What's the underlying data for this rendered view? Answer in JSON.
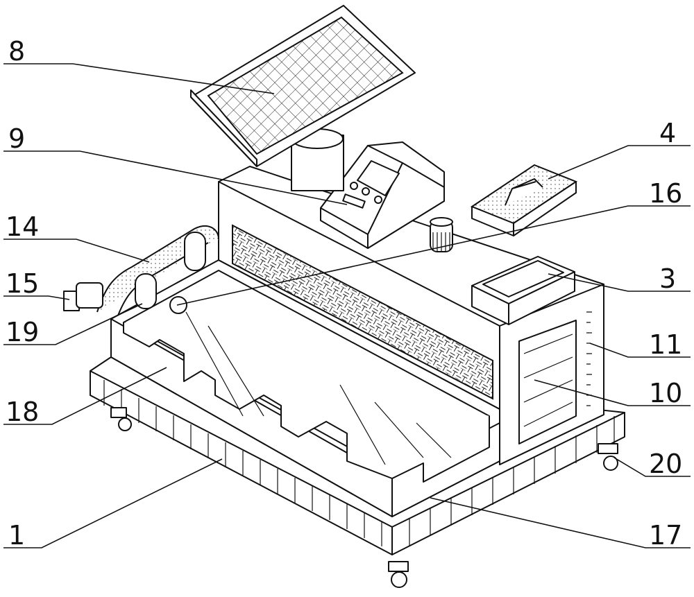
{
  "figure": {
    "labels_left": [
      "8",
      "9",
      "14",
      "15",
      "19",
      "18",
      "1"
    ],
    "labels_right": [
      "4",
      "16",
      "3",
      "11",
      "10",
      "20",
      "17"
    ]
  }
}
